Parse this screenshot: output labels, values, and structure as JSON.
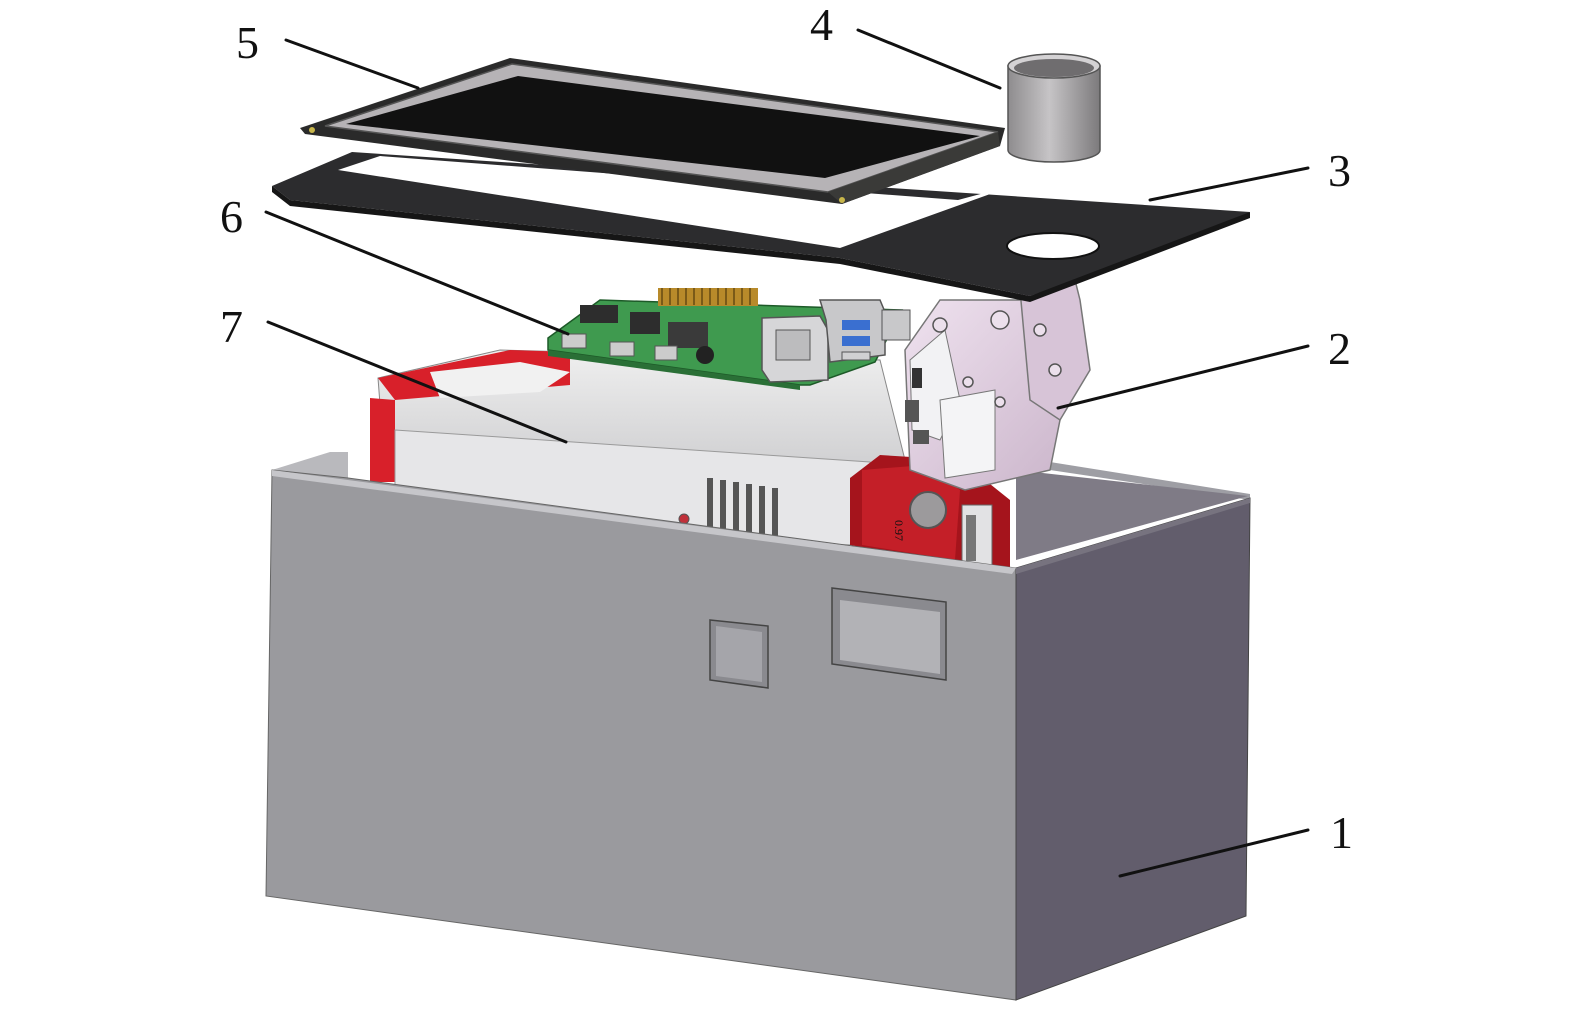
{
  "figure": {
    "callouts": [
      {
        "id": "1",
        "label": "1"
      },
      {
        "id": "2",
        "label": "2"
      },
      {
        "id": "3",
        "label": "3"
      },
      {
        "id": "4",
        "label": "4"
      },
      {
        "id": "5",
        "label": "5"
      },
      {
        "id": "6",
        "label": "6"
      },
      {
        "id": "7",
        "label": "7"
      }
    ],
    "device_markings": {
      "side_text": "0.97"
    }
  },
  "colors": {
    "enclosure_front": "#9a9a9e",
    "enclosure_side": "#625d6c",
    "panel": "#2c2c2e",
    "screen": "#111111",
    "printer_body": "#dcdcde",
    "printer_accent": "#d8202a",
    "pcb": "#3f9a4f",
    "bracket": "#d9c5d9",
    "cup": "#a8a6a8"
  }
}
